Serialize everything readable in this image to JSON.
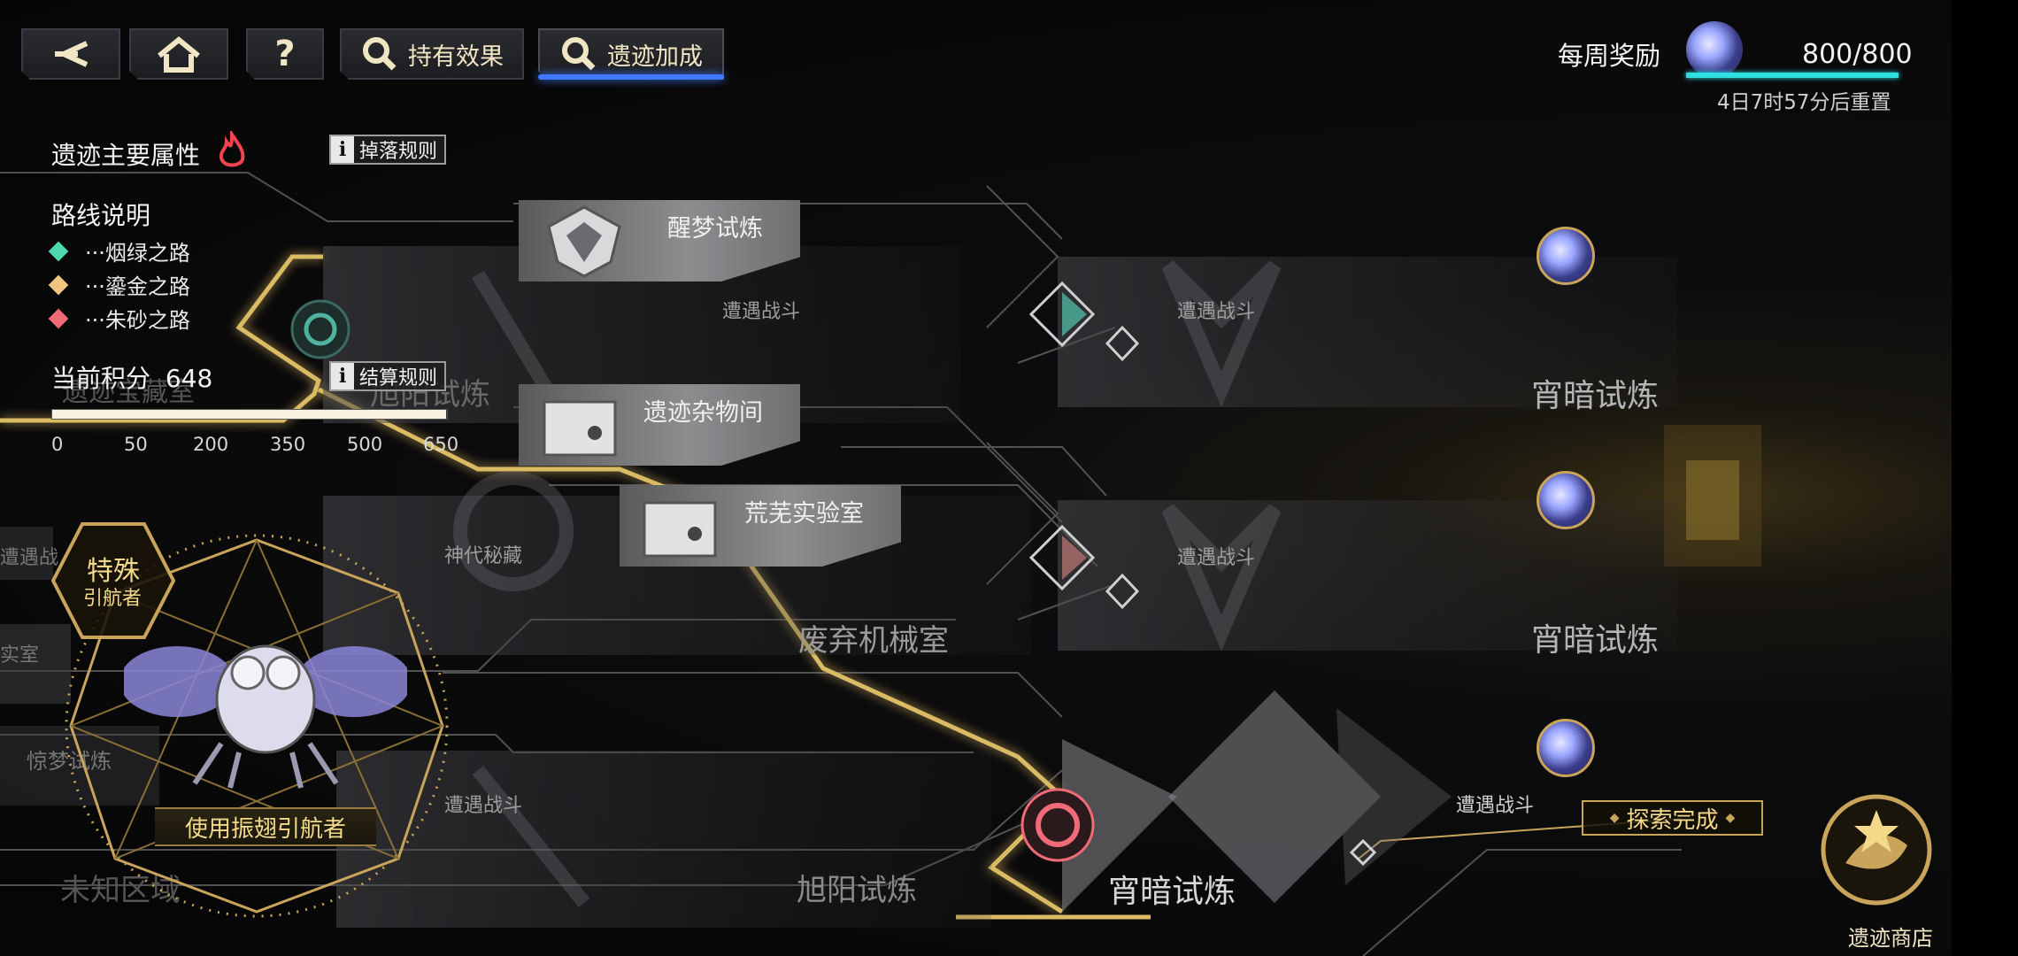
{
  "toolbar": {
    "back_icon": "back-arrow-icon",
    "home_icon": "home-icon",
    "help_label": "?",
    "effects_label": "持有效果",
    "bonus_label": "遗迹加成"
  },
  "left_panel": {
    "main_attr_label": "遗迹主要属性",
    "drop_rules_label": "掉落规则",
    "route_title": "路线说明",
    "routes": [
      {
        "label": "···烟绿之路",
        "color": "#4fd8b0"
      },
      {
        "label": "···鎏金之路",
        "color": "#f2c580"
      },
      {
        "label": "···朱砂之路",
        "color": "#f06a78"
      }
    ],
    "score_label": "当前积分",
    "score_value": "648",
    "score_fraction": 0.997,
    "settle_rules_label": "结算规则",
    "ticks": [
      "0",
      "50",
      "200",
      "350",
      "500",
      "650"
    ]
  },
  "weekly": {
    "label": "每周奖励",
    "value": "800/800",
    "reset": "4日7时57分后重置"
  },
  "nodes": {
    "dream_trial": "醒梦试炼",
    "encounter": "遭遇战斗",
    "sundries": "遗迹杂物间",
    "wild_lab": "荒芜实验室",
    "ancient_trove": "神代秘藏",
    "abandoned_machine": "废弃机械室",
    "dawn_trial_1": "旭阳试炼",
    "dawn_trial_2": "旭阳试炼",
    "night_trial_1": "宵暗试炼",
    "night_trial_2": "宵暗试炼",
    "night_trial_3": "宵暗试炼",
    "unknown_area": "未知区域",
    "treasure_room": "遗迹宝藏室",
    "shock_trial": "惊梦试炼",
    "encounter_left": "遭遇战",
    "room_left": "实室"
  },
  "navigator": {
    "badge_top": "特殊",
    "badge_bottom": "引航者",
    "use_label": "使用振翅引航者"
  },
  "explore_done": "探索完成",
  "shop_label": "遗迹商店"
}
